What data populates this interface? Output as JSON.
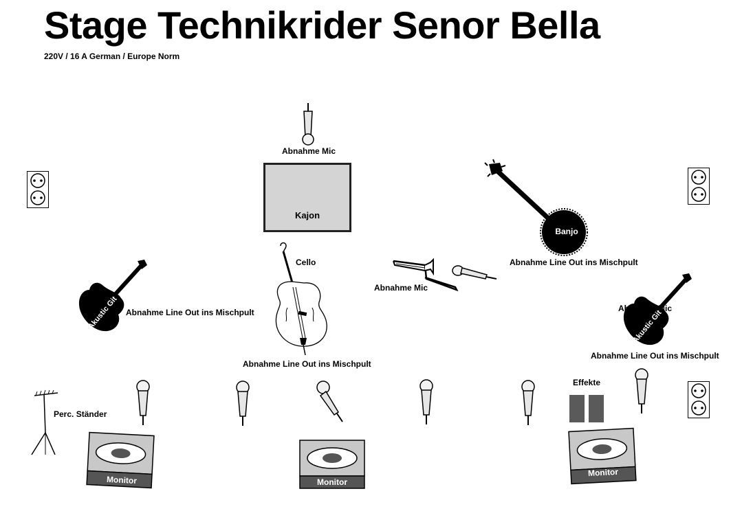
{
  "header": {
    "title": "Stage Technikrider Senor Bella",
    "subtitle": "220V / 16 A German / Europe Norm"
  },
  "labels": {
    "mic_top": "Abnahme Mic",
    "kajon": "Kajon",
    "banjo": "Banjo",
    "banjo_line_out": "Abnahme Line Out ins Mischpult",
    "cello": "Cello",
    "cello_line_out": "Abnahme Line Out ins Mischpult",
    "trombone_mic": "Abnahme Mic",
    "guitar_left": "Akustic Git",
    "guitar_left_line_out": "Abnahme Line Out ins Mischpult",
    "guitar_right": "Akustic Git",
    "guitar_right_overlap": "Abnahme Mic",
    "guitar_right_line_out": "Abnahme Line Out ins Mischpult",
    "perc_stand": "Perc. Ständer",
    "effects": "Effekte",
    "monitor_left": "Monitor",
    "monitor_center": "Monitor",
    "monitor_right": "Monitor"
  },
  "colors": {
    "instrument": "#000000",
    "kajon_fill": "#d4d4d4",
    "mic_body": "#e6e6e6",
    "monitor_face": "#c8c8c8",
    "monitor_base": "#555555",
    "effects": "#5a5a5a"
  }
}
